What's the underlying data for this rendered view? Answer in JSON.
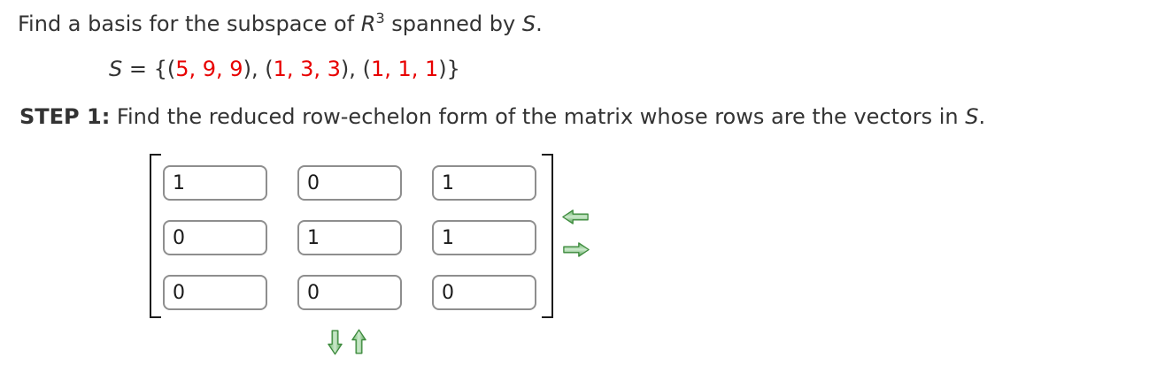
{
  "title": {
    "prefix": "Find a basis for the subspace of ",
    "var1": "R",
    "sup": "3",
    "middle": " spanned by ",
    "var2": "S",
    "end": "."
  },
  "set_line": {
    "var": "S",
    "eq_open": " = {",
    "paren_open": "(",
    "paren_close": ")",
    "sep": ", ",
    "v1": "5, 9, 9",
    "v2": "1, 3, 3",
    "v3": "1, 1, 1",
    "close": "}"
  },
  "step1": {
    "label": "STEP 1:",
    "text": " Find the reduced row-echelon form of the matrix whose rows are the vectors in ",
    "var": "S",
    "end": "."
  },
  "matrix": {
    "rows": [
      [
        "1",
        "0",
        "1"
      ],
      [
        "0",
        "1",
        "1"
      ],
      [
        "0",
        "0",
        "0"
      ]
    ]
  },
  "icons": {
    "left": "left-arrow",
    "right": "right-arrow",
    "down": "down-arrow",
    "up": "up-arrow"
  },
  "colors": {
    "text": "#333333",
    "accent_red": "#e80000",
    "arrow_green_dark": "#3c8a3c",
    "arrow_green_mid": "#66b266",
    "arrow_green_light": "#cdeacd",
    "cell_border": "#8e8e8e",
    "bracket": "#1c1c1c"
  }
}
